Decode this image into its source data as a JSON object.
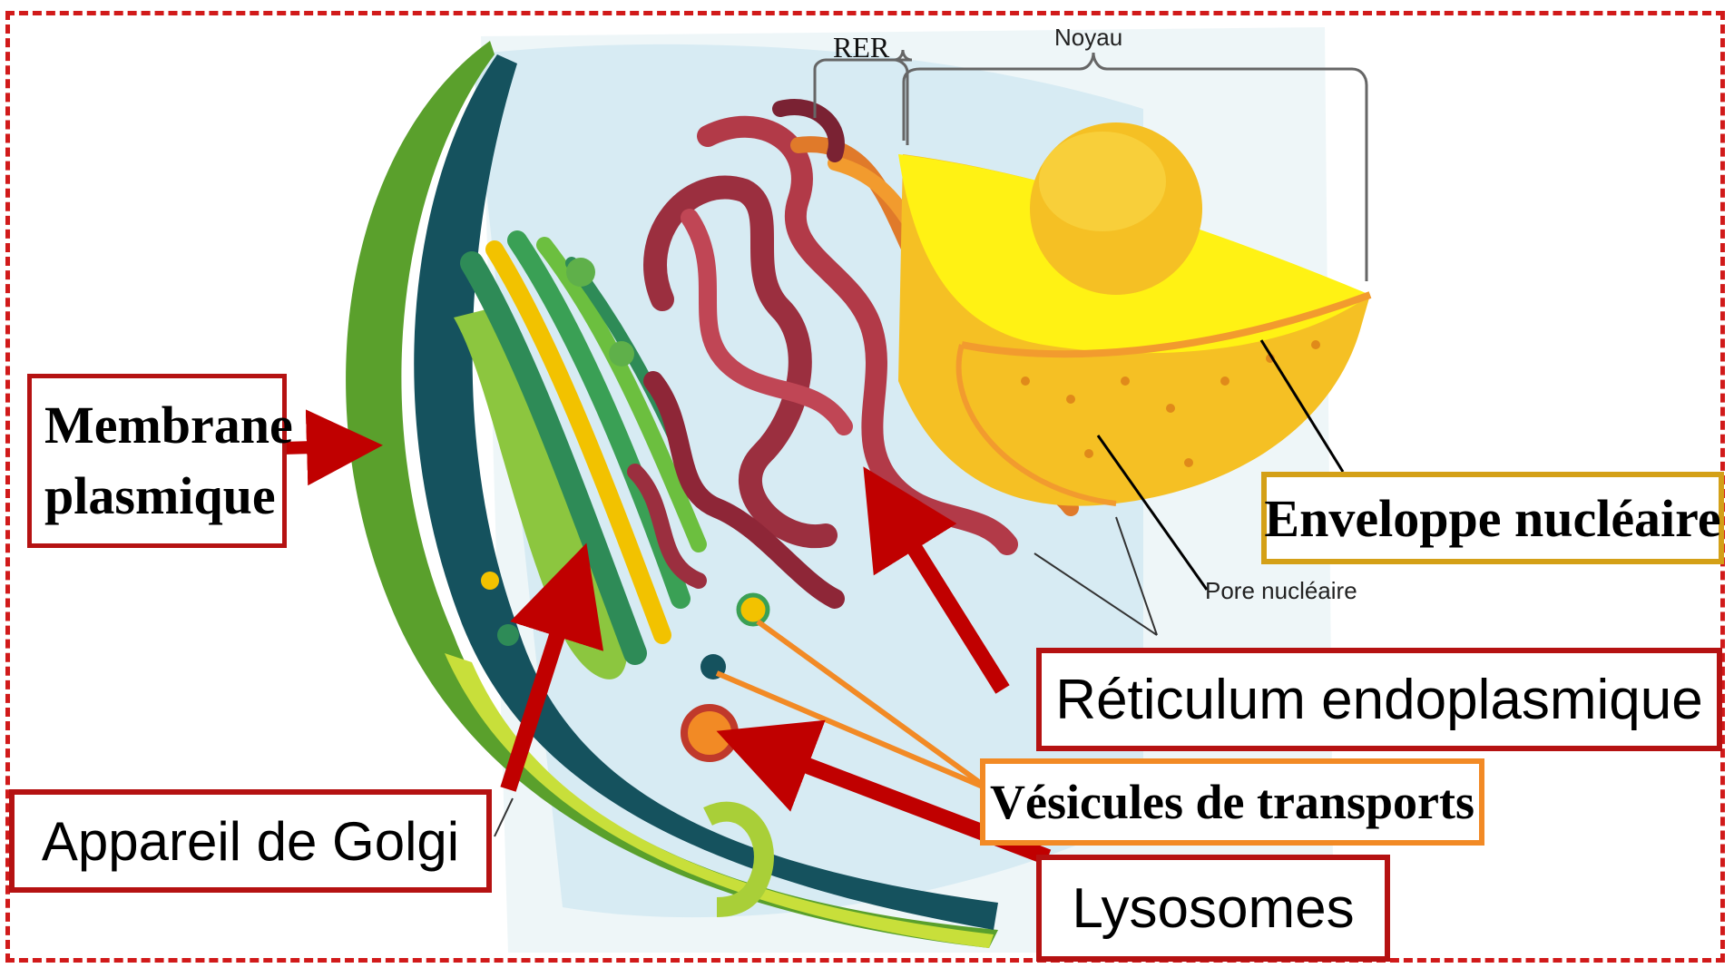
{
  "labels": {
    "membrane": "Membrane plasmique",
    "membrane_line1": "Membrane",
    "membrane_line2": "plasmique",
    "golgi": "Appareil de Golgi",
    "enveloppe": "Enveloppe nucléaire",
    "reticulum": "Réticulum endoplasmique",
    "vesicules": "Vésicules de transports",
    "lysosomes": "Lysosomes",
    "rer": "RER",
    "noyau": "Noyau",
    "pore": "Pore nucléaire"
  },
  "colors": {
    "frame": "#d11a1a",
    "box_red": "#b51212",
    "box_gold": "#d4a017",
    "box_orange": "#f28a25",
    "arrow": "#c00000"
  }
}
